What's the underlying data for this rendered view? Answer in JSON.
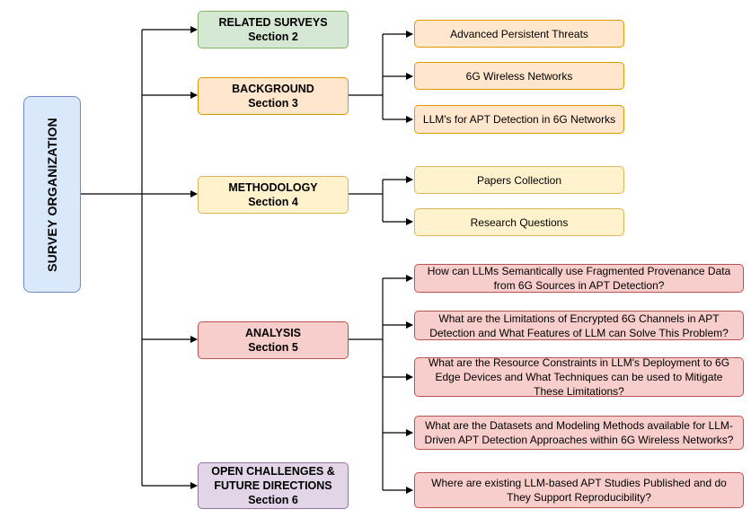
{
  "root": {
    "label": "SURVEY ORGANIZATION"
  },
  "sections": {
    "related": {
      "title": "RELATED SURVEYS",
      "sub": "Section 2"
    },
    "background": {
      "title": "BACKGROUND",
      "sub": "Section 3"
    },
    "methodology": {
      "title": "METHODOLOGY",
      "sub": "Section 4"
    },
    "analysis": {
      "title": "ANALYSIS",
      "sub": "Section 5"
    },
    "open": {
      "title1": "OPEN CHALLENGES &",
      "title2": "FUTURE DIRECTIONS",
      "sub": "Section 6"
    }
  },
  "background_items": [
    "Advanced Persistent Threats",
    "6G Wireless Networks",
    "LLM's for APT Detection in 6G Networks"
  ],
  "methodology_items": [
    "Papers Collection",
    "Research Questions"
  ],
  "analysis_items": [
    [
      "How can LLMs Semantically use Fragmented Provenance Data",
      "from 6G Sources in APT Detection?"
    ],
    [
      "What are the Limitations of Encrypted 6G Channels in APT",
      "Detection and What Features of LLM can Solve This Problem?"
    ],
    [
      "What are the Resource Constraints in LLM's Deployment to 6G",
      "Edge Devices and What Techniques can be used to Mitigate",
      "These Limitations?"
    ],
    [
      "What are the Datasets and Modeling Methods available for LLM-",
      "Driven APT Detection Approaches within 6G Wireless Networks?"
    ],
    [
      "Where are existing LLM-based APT Studies Published and do",
      "They Support Reproducibility?"
    ]
  ],
  "colors": {
    "root": "#dae8fc",
    "related": "#d5e8d4",
    "background": "#ffe6cc",
    "methodology": "#fff2cc",
    "analysis": "#f8cecc",
    "open": "#e1d5e7"
  }
}
